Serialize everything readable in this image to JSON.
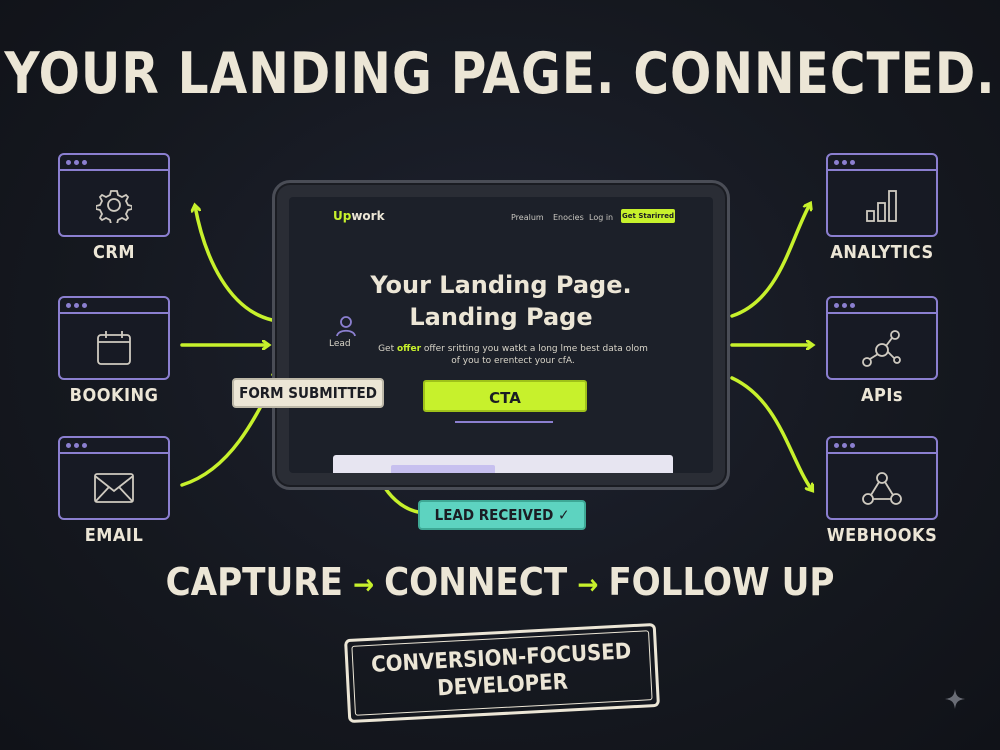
{
  "headline": "YOUR LANDING PAGE. CONNECTED.",
  "left_cards": [
    {
      "label": "CRM",
      "icon": "gear-icon"
    },
    {
      "label": "BOOKING",
      "icon": "calendar-icon"
    },
    {
      "label": "EMAIL",
      "icon": "envelope-icon"
    }
  ],
  "right_cards": [
    {
      "label": "ANALYTICS",
      "icon": "bar-chart-icon"
    },
    {
      "label": "APIs",
      "icon": "network-icon"
    },
    {
      "label": "WEBHOOKS",
      "icon": "webhook-icon"
    }
  ],
  "tablet": {
    "logo_accent": "Up",
    "logo_rest": "work",
    "nav": [
      "Prealum",
      "Enocies",
      "Log in"
    ],
    "nav_button": "Get Starirred",
    "hero_line1": "Your Landing Page.",
    "hero_line2": "Landing Page",
    "sub_prefix": "Get",
    "sub_highlight": "offer",
    "sub_rest": "offer sritting you watkt a long lme best data olom of you to erentect your cfA.",
    "cta": "CTA"
  },
  "lead_label": "Lead",
  "form_submitted": "FORM SUBMITTED",
  "lead_received": "LEAD RECEIVED ✓",
  "flow": [
    "CAPTURE",
    "CONNECT",
    "FOLLOW UP"
  ],
  "flow_arrow": "→",
  "stamp_line1": "CONVERSION-FOCUSED",
  "stamp_line2": "DEVELOPER",
  "colors": {
    "accent": "#c7f12c",
    "card_border": "#8b7fd0",
    "teal": "#5dd3c0",
    "background": "#15181f",
    "text": "#ece6d6"
  }
}
